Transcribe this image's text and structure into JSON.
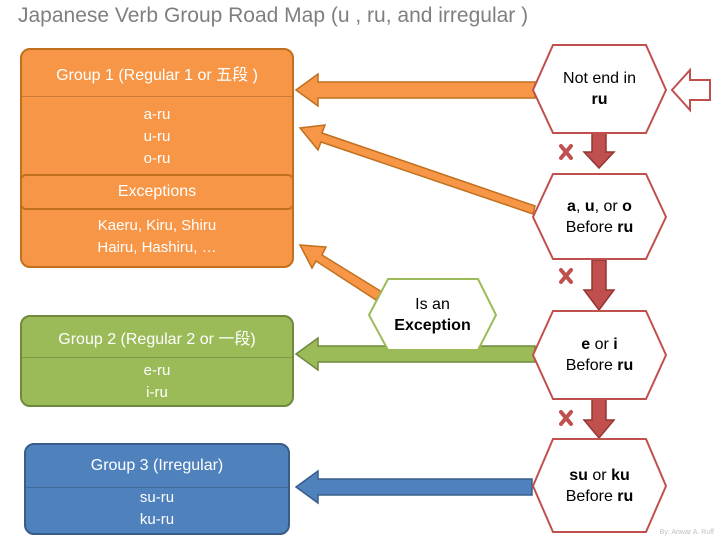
{
  "title": "Japanese Verb Group Road Map  (u , ru, and irregular )",
  "group1": {
    "header": "Group 1 (Regular 1 or 五段 )",
    "items": [
      "a-ru",
      "u-ru",
      "o-ru"
    ],
    "exceptions_header": "Exceptions",
    "exceptions": [
      "Kaeru, Kiru, Shiru",
      "Hairu, Hashiru, …"
    ]
  },
  "group2": {
    "header": "Group 2 (Regular 2 or 一段)",
    "items": [
      "e-ru",
      "i-ru"
    ]
  },
  "group3": {
    "header": "Group 3 (Irregular)",
    "items": [
      "su-ru",
      "ku-ru"
    ]
  },
  "decisions": {
    "d1": {
      "line1": "Not end in",
      "line2_bold": "ru"
    },
    "d2": {
      "a": "a",
      "sep1": ", ",
      "u": "u",
      "sep2": ", or ",
      "o": "o",
      "line2": "Before ",
      "line2_bold": "ru"
    },
    "d3": {
      "e": "e",
      "sep": " or ",
      "i": "i",
      "line2": "Before ",
      "line2_bold": "ru"
    },
    "d4": {
      "su": "su",
      "sep": " or ",
      "ku": "ku",
      "line2": "Before ",
      "line2_bold": "ru"
    },
    "exception_check": {
      "line1": "Is an",
      "line2_bold": "Exception"
    }
  },
  "credit": "By: Anwar A. Ruff",
  "colors": {
    "group1": "#f79646",
    "group2": "#9bbb59",
    "group3": "#4f81bd",
    "down_arrow": "#c0504d",
    "hex_border": "#c0504d",
    "exception_hex_border": "#9bbb59"
  }
}
